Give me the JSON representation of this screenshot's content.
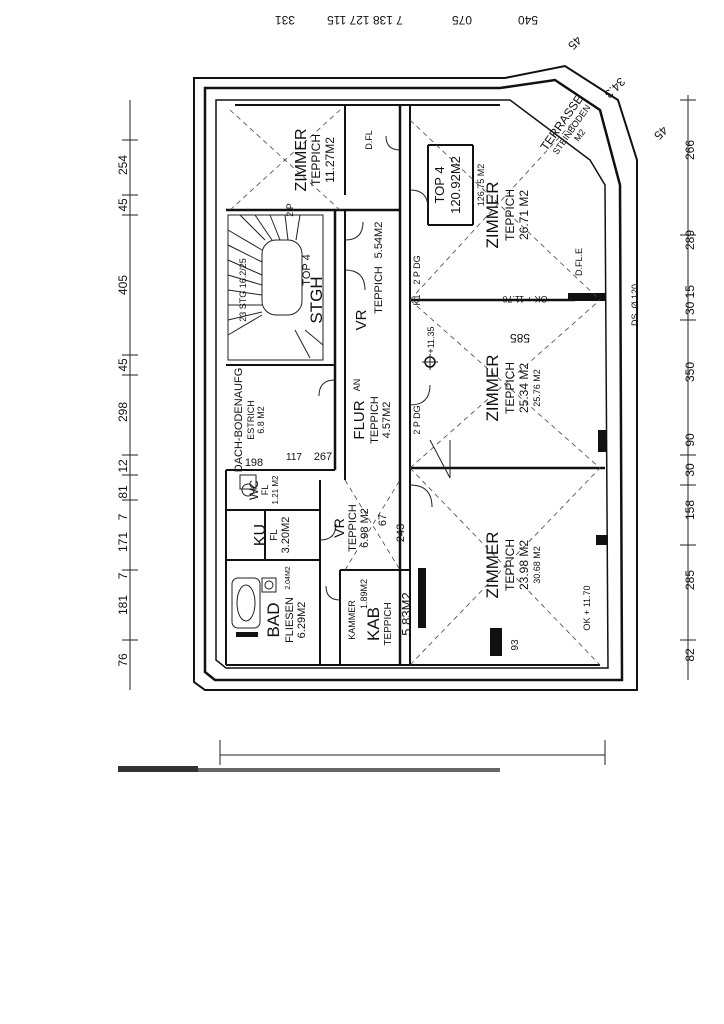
{
  "top_dims": [
    "331",
    "7 138 127 115",
    "075",
    "540"
  ],
  "left_dims": [
    "254",
    "45",
    "405",
    "45",
    "298",
    "12",
    "81",
    "7",
    "171",
    "7",
    "181",
    "76"
  ],
  "right_dims": [
    "266",
    "289",
    "30 15",
    "350",
    "90",
    "30",
    "158",
    "285",
    "82"
  ],
  "corner_dims": [
    "45",
    "34.3",
    "45"
  ],
  "terrace": {
    "name": "TERRASSE",
    "floor": "STEINBODEN",
    "area": "M2"
  },
  "rooms": [
    {
      "name": "ZIMMER",
      "floor": "TEPPICH",
      "area": "11.27M2"
    },
    {
      "name": "ZIMMER",
      "floor": "TEPPICH",
      "area": "26.71 M2"
    },
    {
      "name": "ZIMMER",
      "floor": "TEPPICH",
      "area": "25.34 M2",
      "area2": "25.76 M2"
    },
    {
      "name": "ZIMMER",
      "floor": "TEPPICH",
      "area": "23.98 M2",
      "area2": "30.68 M2"
    },
    {
      "name": "STGH",
      "floor": "TOP 4",
      "area": ""
    },
    {
      "name": "VR",
      "floor": "TEPPICH",
      "area": "5.54M2"
    },
    {
      "name": "FLUR",
      "floor": "TEPPICH",
      "area": "4.57M2"
    },
    {
      "name": "VR",
      "floor": "TEPPICH",
      "area": "6.98 M2"
    },
    {
      "name": "DACH-BODENAUFG",
      "floor": "ESTRICH",
      "area": "6.8 M2"
    },
    {
      "name": "WC",
      "floor": "FL",
      "area": "1.21 M2"
    },
    {
      "name": "KU",
      "floor": "FL",
      "area": "3.20M2"
    },
    {
      "name": "BAD",
      "floor": "FLIESEN",
      "area": "6.29M2"
    },
    {
      "name": "KAB",
      "floor": "TEPPICH",
      "area": "5.83M2",
      "kammer": "KAMMER",
      "kammer_area": "1.89M2"
    }
  ],
  "top4": {
    "title": "TOP 4",
    "area": "120.92M2",
    "area2": "126.75 M2"
  },
  "notes": {
    "dfl1": "D.FL",
    "dfl2": "D.FL.E",
    "ok1": "OK + 11.70",
    "ok2": "OK + 11.70",
    "height": "+11.35",
    "ds": "DS. Ø 120",
    "dim585": "585",
    "stair": "23 STG 16.2/25",
    "d198": "198",
    "d267": "267",
    "d117": "117",
    "d67": "67",
    "d243": "243",
    "d93": "93",
    "dg1": "2 P DG",
    "dg2": "2 P DG",
    "kp": "K1",
    "an": "AN",
    "ep": "2 P",
    "dw": "2.04M2"
  }
}
